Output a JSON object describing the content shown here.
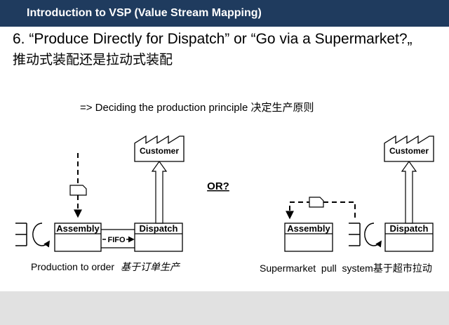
{
  "header": {
    "title": "Introduction to VSP (Value Stream Mapping)"
  },
  "slide": {
    "title_en": "6. “Produce Directly for Dispatch” or “Go via a Supermarket?„",
    "title_zh": "推动式装配还是拉动式装配",
    "subtitle": "=> Deciding the production principle 决定生产原则"
  },
  "diagram": {
    "or_label": "OR?",
    "left": {
      "customer": "Customer",
      "assembly": "Assembly",
      "dispatch": "Dispatch",
      "fifo": "FIFO",
      "caption": "Production to order",
      "caption_zh": "基于订单生产"
    },
    "right": {
      "customer": "Customer",
      "assembly": "Assembly",
      "dispatch": "Dispatch",
      "caption": "Supermarket  pull  system基于超市拉动"
    }
  },
  "colors": {
    "header_bg": "#1f3b5e",
    "footer_bg": "#e1e1e1"
  }
}
